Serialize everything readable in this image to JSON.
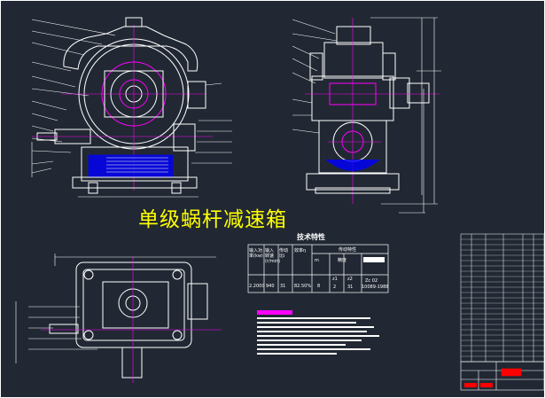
{
  "drawing_title": "单级蜗杆减速箱",
  "spec_table": {
    "title": "技术特性",
    "headers": [
      "输入功率(kw)",
      "输入转速(r/min)",
      "传动比i",
      "效率η",
      "传动特性"
    ],
    "values": [
      "2.2000",
      "940",
      "31",
      "82.50%",
      "8",
      "Zc 02",
      "10089-1988"
    ],
    "sub_headers": [
      "m",
      "z1",
      "z2",
      "精度"
    ],
    "sub_values": [
      "2",
      "31"
    ]
  },
  "colors": {
    "background": "#212833",
    "line": "#ffffff",
    "highlight": "#ff00ff",
    "fill": "#0000ff",
    "title": "#ffff00",
    "stamp": "#ff0000"
  }
}
